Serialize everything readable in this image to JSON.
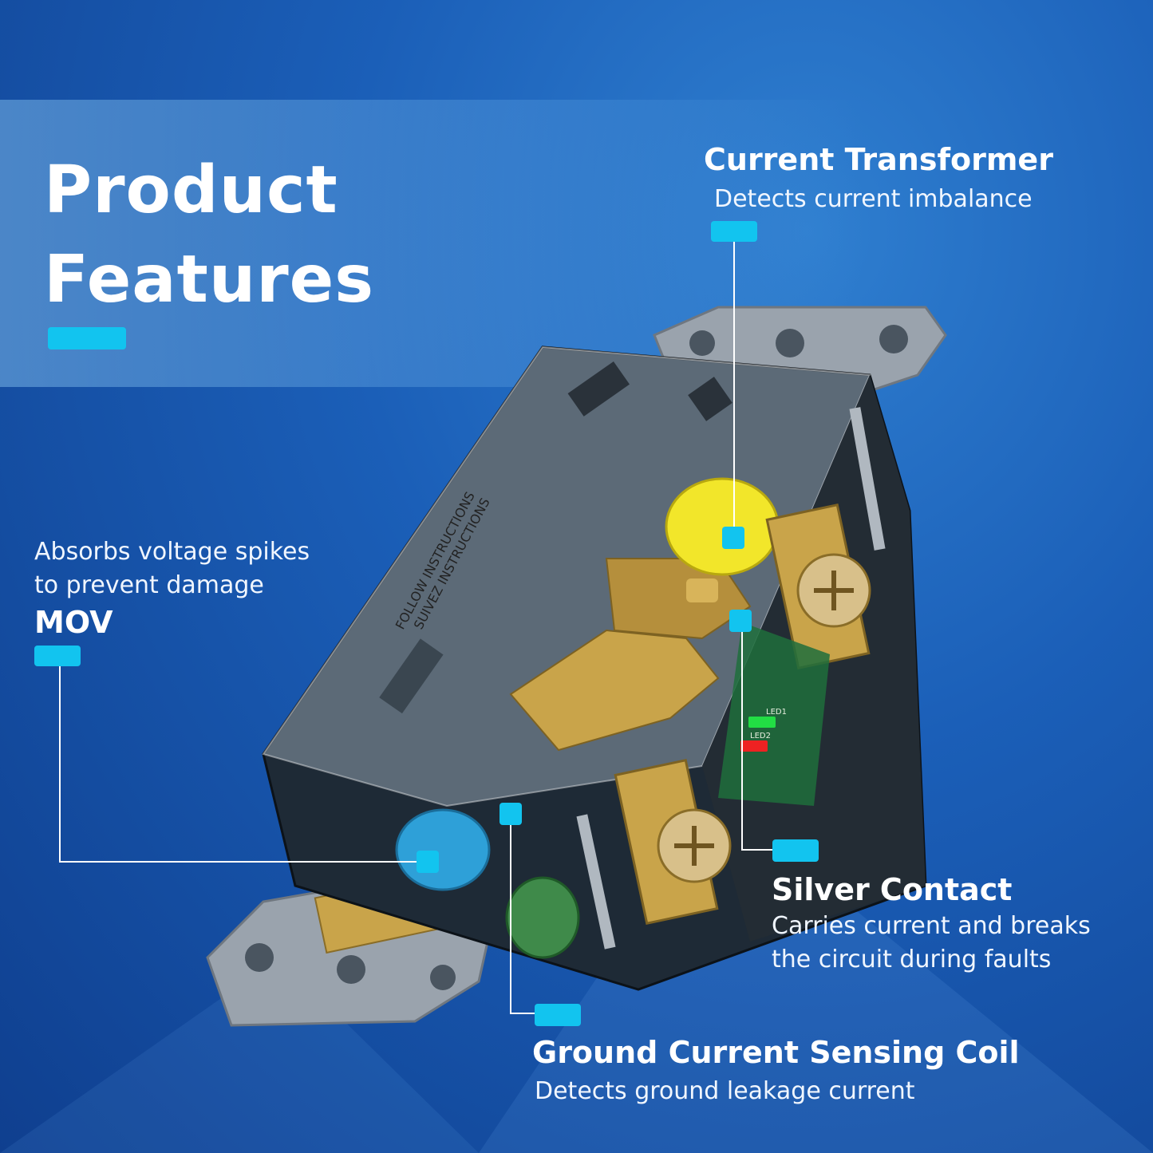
{
  "title": {
    "line1": "Product",
    "line2": "Features"
  },
  "features": {
    "current_transformer": {
      "title": "Current Transformer",
      "desc": "Detects current imbalance"
    },
    "mov": {
      "desc_line1": "Absorbs voltage spikes",
      "desc_line2": "to prevent damage",
      "title": "MOV"
    },
    "silver_contact": {
      "title": "Silver Contact",
      "desc_line1": "Carries current and breaks",
      "desc_line2": "the circuit during faults"
    },
    "ground_coil": {
      "title": "Ground Current Sensing Coil",
      "desc": "Detects ground leakage current"
    }
  },
  "device": {
    "face_text_line1": "FOLLOW INSTRUCTIONS",
    "face_text_line2": "SUIVEZ INSTRUCTIONS",
    "led1_label": "LED1",
    "led2_label": "LED2"
  },
  "colors": {
    "accent": "#12c4ef",
    "background_light": "#2f7fd0",
    "background_dark": "#0f3f8f",
    "brass": "#c9a44a",
    "led_green": "#22dd44",
    "led_red": "#ee2222",
    "yellow_coil": "#f2e62a",
    "blue_mov": "#2ea0d8"
  }
}
